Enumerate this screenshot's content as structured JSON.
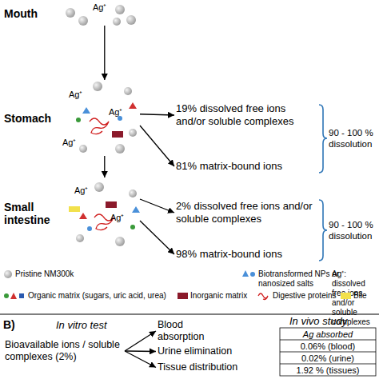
{
  "diagram": {
    "nodes": [
      {
        "text": [
          "Mouth"
        ]
      },
      {
        "text": [
          "Stomach"
        ]
      },
      {
        "text": [
          "19% dissolved free ions and/or soluble complexes"
        ]
      },
      {
        "text": [
          "81% matrix-bound ions"
        ]
      },
      {
        "text": [
          "Small intestine"
        ]
      },
      {
        "text": [
          "2% dissolved free ions and/or soluble complexes"
        ]
      },
      {
        "text": [
          "98% matrix-bound ions"
        ]
      },
      {
        "text": [
          "Bioavailable ions / soluble complexes (2%)"
        ]
      },
      {
        "text": [
          "Blood absorption"
        ]
      },
      {
        "text": [
          "Urine elimination"
        ]
      },
      {
        "text": [
          "Tissue distribution"
        ]
      }
    ],
    "edges": [
      {
        "from": 0,
        "to": 1,
        "arrow": "to"
      },
      {
        "from": 1,
        "to": 2,
        "arrow": "to"
      },
      {
        "from": 1,
        "to": 3,
        "arrow": "to"
      },
      {
        "from": 1,
        "to": 4,
        "arrow": "to"
      },
      {
        "from": 4,
        "to": 5,
        "arrow": "to"
      },
      {
        "from": 4,
        "to": 6,
        "arrow": "to"
      },
      {
        "from": 7,
        "to": 8,
        "arrow": "to"
      },
      {
        "from": 7,
        "to": 9,
        "arrow": "to"
      },
      {
        "from": 7,
        "to": 10,
        "arrow": "to"
      }
    ],
    "labels": [
      "Ag⁺",
      "Ag⁺",
      "Ag⁺",
      "Ag⁺",
      "90 - 100 % dissolution",
      "Ag⁺",
      "Ag⁺",
      "90 - 100 % dissolution",
      "B)",
      "In vitro test",
      "In vivo study",
      "Ag absorbed",
      "0.06% (blood)",
      "0.02% (urine)",
      "1.92 % (tissues)"
    ],
    "legend": [
      {
        "text": "Pristine NM300k"
      },
      {
        "text": "Ag⁺: dissolved free ions and/or soluble complexes"
      },
      {
        "text": "Biotransformed NPs or nanosized salts"
      },
      {
        "text": "Organic matrix (sugars, uric acid, urea)"
      },
      {
        "text": "Inorganic matrix",
        "color": "#8b1a2b"
      },
      {
        "text": "Digestive proteins"
      },
      {
        "text": "Bile",
        "color": "#f2e14c"
      }
    ]
  }
}
